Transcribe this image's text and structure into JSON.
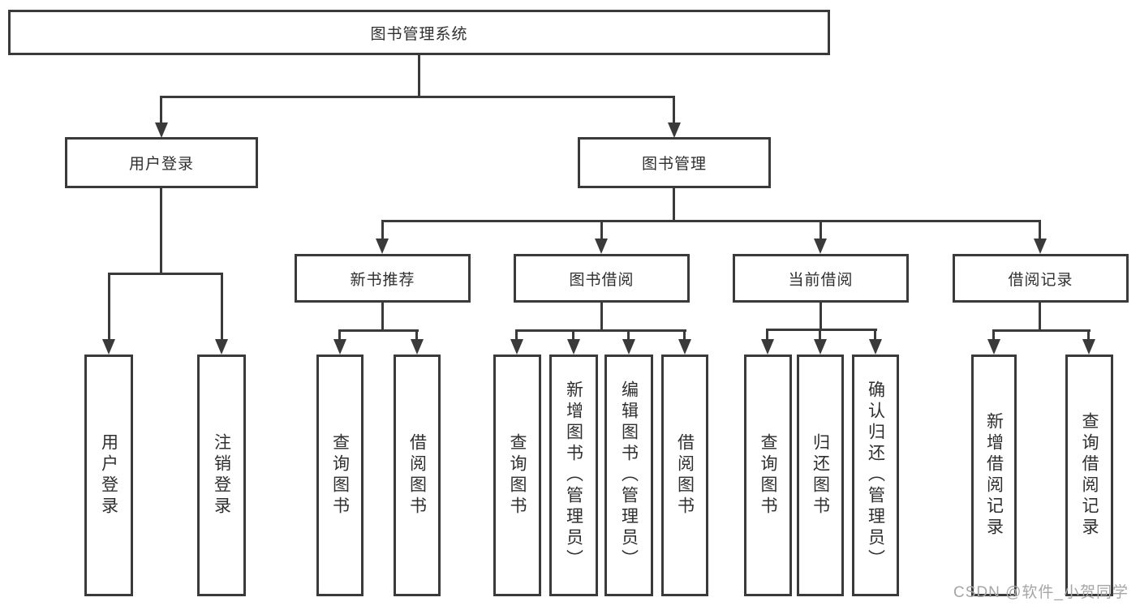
{
  "diagram": {
    "root": {
      "label": "图书管理系统"
    },
    "branches": [
      {
        "label": "用户登录",
        "children": [
          {
            "label": "用户登录"
          },
          {
            "label": "注销登录"
          }
        ]
      },
      {
        "label": "图书管理",
        "children": [
          {
            "label": "新书推荐",
            "children": [
              {
                "label": "查询图书"
              },
              {
                "label": "借阅图书"
              }
            ]
          },
          {
            "label": "图书借阅",
            "children": [
              {
                "label": "查询图书"
              },
              {
                "label": "新增图书（管理员）"
              },
              {
                "label": "编辑图书（管理员）"
              },
              {
                "label": "借阅图书"
              }
            ]
          },
          {
            "label": "当前借阅",
            "children": [
              {
                "label": "查询图书"
              },
              {
                "label": "归还图书"
              },
              {
                "label": "确认归还（管理员）"
              }
            ]
          },
          {
            "label": "借阅记录",
            "children": [
              {
                "label": "新增借阅记录"
              },
              {
                "label": "查询借阅记录"
              }
            ]
          }
        ]
      }
    ]
  },
  "watermark": {
    "text": "CSDN @软件_小贺同学"
  },
  "colors": {
    "line": "#3a3a3a",
    "text": "#2f2f2f",
    "watermark": "#a6a6a6",
    "background": "#ffffff"
  }
}
